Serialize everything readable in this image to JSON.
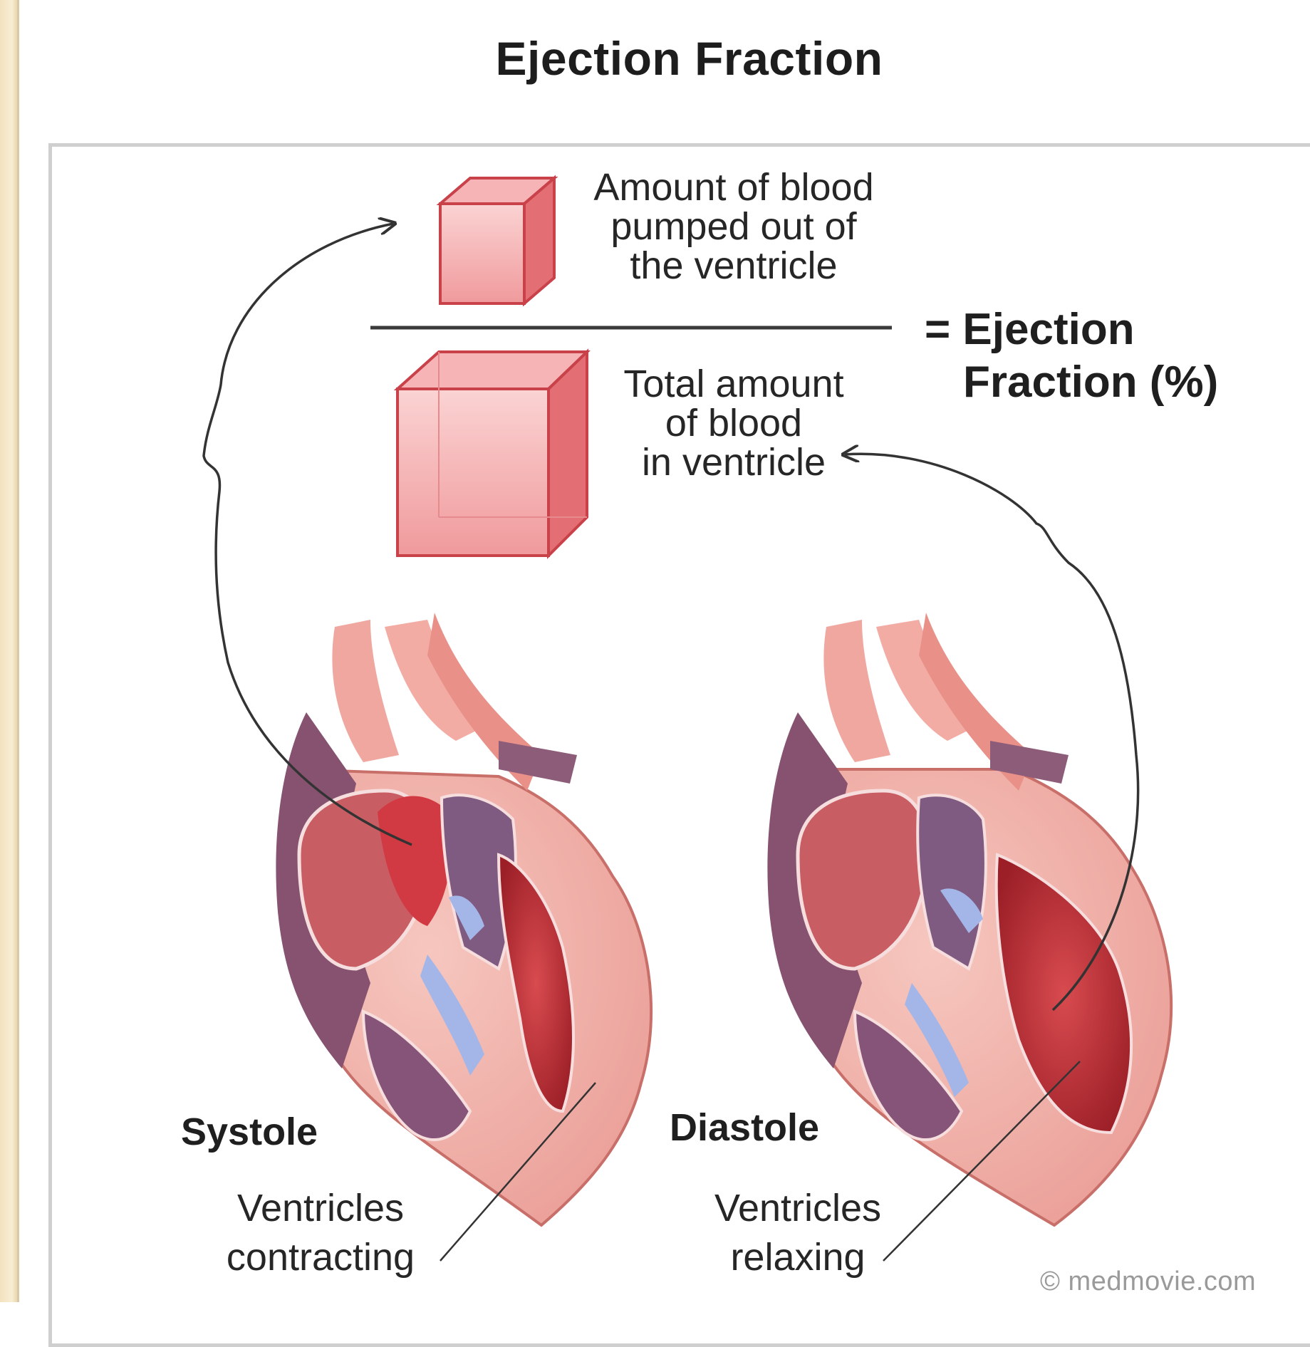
{
  "title": "Ejection Fraction",
  "numerator_label": [
    "Amount of blood",
    "pumped out of",
    "the ventricle"
  ],
  "denominator_label": [
    "Total amount",
    "of blood",
    "in ventricle"
  ],
  "result_label": [
    "= Ejection",
    "Fraction (%)"
  ],
  "systole": {
    "stage": "Systole",
    "caption": [
      "Ventricles",
      "contracting"
    ]
  },
  "diastole": {
    "stage": "Diastole",
    "caption": [
      "Ventricles",
      "relaxing"
    ]
  },
  "credit": "© medmovie.com",
  "colors": {
    "blood_red": "#c0353d",
    "muscle_pink": "#f1b5ad",
    "vein_purple": "#8a5b7e",
    "valve_blue": "#a4b6e8",
    "cube_pink": "#f3a5a8"
  }
}
